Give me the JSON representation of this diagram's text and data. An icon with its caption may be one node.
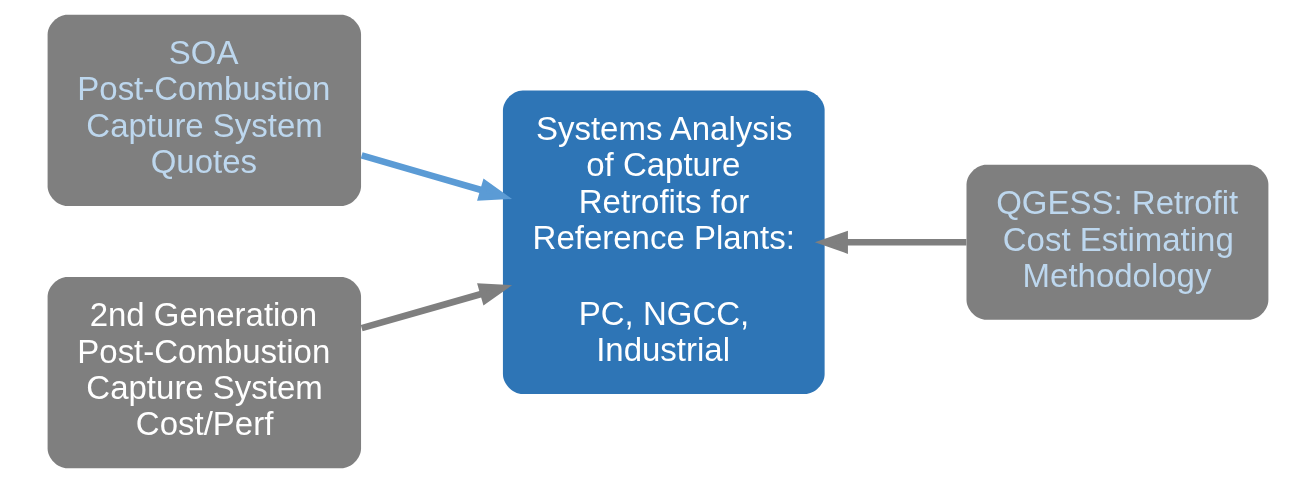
{
  "diagram": {
    "nodes": [
      {
        "text": [
          "SOA Post-Combustion Capture System Quotes"
        ]
      },
      {
        "text": [
          "2nd Generation Post-Combustion Capture System Cost/Perf"
        ]
      },
      {
        "text": [
          "Systems Analysis of Capture Retrofits for Reference Plants:",
          "PC, NGCC, Industrial"
        ]
      },
      {
        "text": [
          "QGESS: Retrofit Cost Estimating Methodology"
        ]
      }
    ],
    "edges": [
      {
        "from": 0,
        "to": 2,
        "arrow": "to",
        "color": "#5b9bd5"
      },
      {
        "from": 1,
        "to": 2,
        "arrow": "to"
      },
      {
        "from": 3,
        "to": 2,
        "arrow": "to"
      }
    ]
  }
}
